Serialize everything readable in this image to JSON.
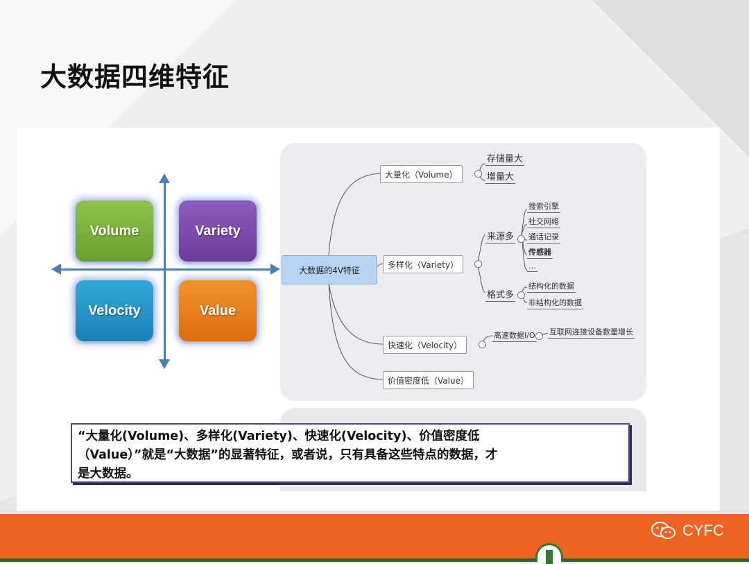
{
  "slide": {
    "title": "大数据四维特征"
  },
  "quadrant": {
    "volume": "Volume",
    "variety": "Variety",
    "velocity": "Velocity",
    "value": "Value"
  },
  "mindmap": {
    "center": "大数据的4V特征",
    "branches": {
      "volume": {
        "label": "大量化（Volume）",
        "leaves": [
          "存储量大",
          "增量大"
        ]
      },
      "variety": {
        "label": "多样化（Variety）",
        "sources": {
          "label": "来源多",
          "items": [
            "搜索引擎",
            "社交网络",
            "通话记录",
            "传感器",
            "…"
          ]
        },
        "formats": {
          "label": "格式多",
          "items": [
            "结构化的数据",
            "非结构化的数据"
          ]
        }
      },
      "velocity": {
        "label": "快速化（Velocity）",
        "sub": "高速数据I/O",
        "leaf": "互联网连接设备数量增长"
      },
      "value": {
        "label": "价值密度低（Value）"
      }
    }
  },
  "quote": {
    "line1": "“大量化(Volume)、多样化(Variety)、快速化(Velocity)、价值密度低",
    "line2": "（Value）”就是“大数据”的显著特征，或者说，只有具备这些特点的数据，才",
    "line3": "是大数据。"
  },
  "footer": {
    "watermark": "CYFC"
  },
  "colors": {
    "accent_orange": "#ee6320",
    "footer_green": "#2e6a30",
    "axis_blue": "#4a7fb4",
    "volume_green": "#7ab23c",
    "variety_purple": "#7a4cb0",
    "velocity_blue": "#2596cc",
    "value_orange": "#e8801e"
  }
}
